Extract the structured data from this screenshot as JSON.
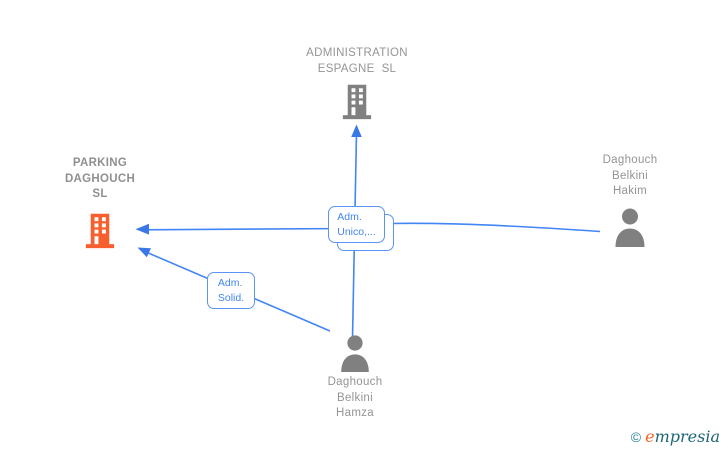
{
  "diagram": {
    "nodes": {
      "administration_espagne": {
        "label": "ADMINISTRATION\nESPAGNE  SL",
        "type": "company"
      },
      "parking_daghouch": {
        "label": "PARKING\nDAGHOUCH\nSL",
        "type": "company"
      },
      "daghouch_belkini_hakim": {
        "label": "Daghouch\nBelkini\nHakim",
        "type": "person"
      },
      "daghouch_belkini_hamza": {
        "label": "Daghouch\nBelkini\nHamza",
        "type": "person"
      }
    },
    "edge_labels": {
      "adm_unico": "Adm.\nUnico,...",
      "adm_solid": "Adm.\nSolid."
    },
    "edges": [
      {
        "from": "Daghouch Belkini Hamza",
        "to": "ADMINISTRATION ESPAGNE SL",
        "label": "Adm. Unico,..."
      },
      {
        "from": "Daghouch Belkini Hakim",
        "to": "PARKING DAGHOUCH SL",
        "label": "Adm. Unico,..."
      },
      {
        "from": "Daghouch Belkini Hamza",
        "to": "PARKING DAGHOUCH SL",
        "label": "Adm. Solid."
      }
    ],
    "colors": {
      "edge_blue": "#4285f4",
      "company_orange": "#f7602e",
      "icon_gray": "#808080",
      "node_text_gray": "#949494"
    }
  },
  "footer": {
    "copyright_symbol": "©",
    "brand_first_letter": "e",
    "brand_rest": "mpresia"
  }
}
